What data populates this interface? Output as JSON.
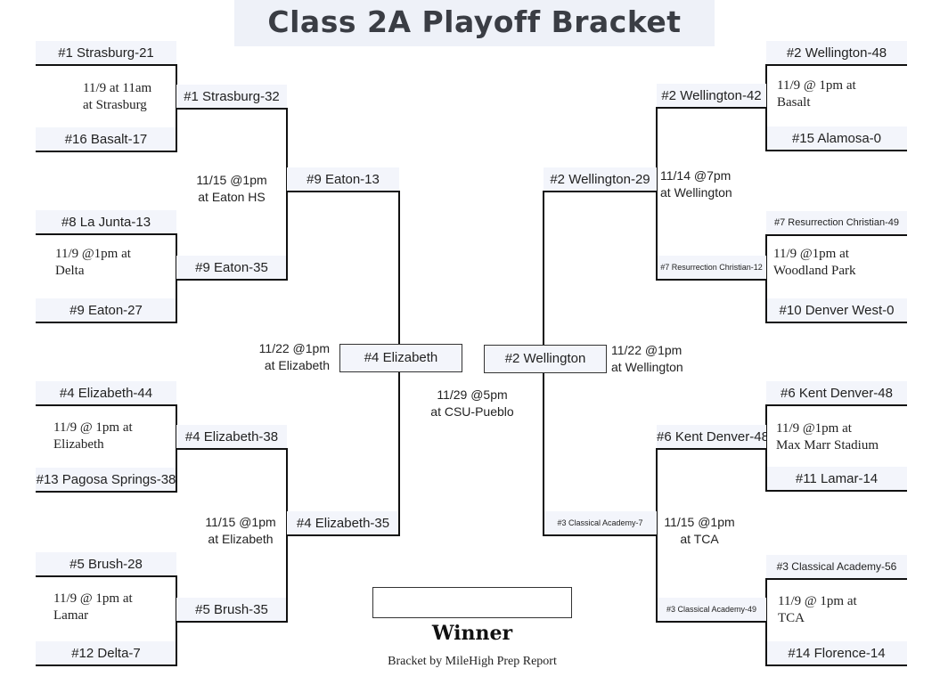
{
  "title": "Class 2A Playoff Bracket",
  "left": {
    "round1": [
      "#1 Strasburg-21",
      "#16 Basalt-17",
      "#8 La Junta-13",
      "#9 Eaton-27",
      "#4 Elizabeth-44",
      "#13 Pagosa Springs-38",
      "#5 Brush-28",
      "#12 Delta-7"
    ],
    "round2": [
      "#1 Strasburg-32",
      "#9 Eaton-35",
      "#4 Elizabeth-38",
      "#5 Brush-35"
    ],
    "round3": [
      "#9 Eaton-13",
      "#4 Elizabeth-35"
    ],
    "semifinal": "#4 Elizabeth"
  },
  "right": {
    "round1": [
      "#2 Wellington-48",
      "#15 Alamosa-0",
      "#7 Resurrection Christian-49",
      "#10 Denver West-0",
      "#6 Kent Denver-48",
      "#11 Lamar-14",
      "#3 Classical Academy-56",
      "#14 Florence-14"
    ],
    "round2": [
      "#2 Wellington-42",
      "#7 Resurrection Christian-12",
      "#6 Kent Denver-48",
      "#3 Classical Academy-49"
    ],
    "round3": [
      "#2 Wellington-29",
      "#3 Classical Academy-7"
    ],
    "semifinal": "#2 Wellington"
  },
  "notes": [
    "11/9 at 11am\nat Strasburg",
    "11/15 @1pm\nat Eaton HS",
    "11/9 @1pm at\nDelta",
    "11/22 @1pm\nat Elizabeth",
    "11/9 @ 1pm at\nElizabeth",
    "11/15 @1pm\nat Elizabeth",
    "11/9 @ 1pm at\nLamar",
    "11/29 @5pm\nat CSU-Pueblo",
    "11/9 @ 1pm at\nBasalt",
    "11/14 @7pm\nat Wellington",
    "11/9 @1pm at\nWoodland Park",
    "11/22 @1pm\nat Wellington",
    "11/9 @1pm at\nMax Marr Stadium",
    "11/15 @1pm\nat TCA",
    "11/9 @ 1pm at\nTCA"
  ],
  "winner_label": "Winner",
  "winner_value": "",
  "credit": "Bracket by MileHigh Prep Report"
}
